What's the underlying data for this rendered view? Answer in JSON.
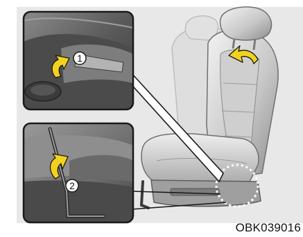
{
  "figure": {
    "code": "OBK039016",
    "callouts": [
      "1",
      "2"
    ]
  },
  "colors": {
    "background": "#e8e8e8",
    "frame": "#1a1a1a",
    "seat_light": "#d9d9d9",
    "seat_mid": "#bdbdbd",
    "seat_dark": "#6e6e6e",
    "arrow_yellow": "#f2d21f",
    "arrow_shadow": "#a89000"
  }
}
